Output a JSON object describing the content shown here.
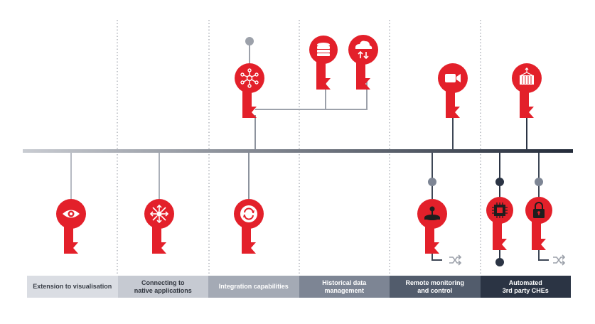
{
  "diagram": {
    "categories": [
      {
        "label": "Extension to visualisation"
      },
      {
        "label": "Connecting to\nnative applications"
      },
      {
        "label": "Integration capabilities"
      },
      {
        "label": "Historical data\nmanagement"
      },
      {
        "label": "Remote monitoring\nand control"
      },
      {
        "label": "Automated\n3rd party CHEs"
      }
    ],
    "keys": [
      {
        "icon": "eye-icon",
        "category": 0,
        "side": "below"
      },
      {
        "icon": "expand-arrows-icon",
        "category": 1,
        "side": "below"
      },
      {
        "icon": "refresh-cycle-icon",
        "category": 2,
        "side": "below"
      },
      {
        "icon": "network-nodes-icon",
        "category": 2,
        "side": "above"
      },
      {
        "icon": "database-icon",
        "category": 3,
        "side": "above"
      },
      {
        "icon": "cloud-sync-icon",
        "category": 3,
        "side": "above"
      },
      {
        "icon": "video-camera-icon",
        "category": 4,
        "side": "above"
      },
      {
        "icon": "joystick-icon",
        "category": 4,
        "side": "below"
      },
      {
        "icon": "container-crane-icon",
        "category": 5,
        "side": "above"
      },
      {
        "icon": "microchip-icon",
        "category": 5,
        "side": "below"
      },
      {
        "icon": "padlock-icon",
        "category": 5,
        "side": "below"
      }
    ],
    "colors": {
      "key_red": "#e3202a",
      "timeline_start": "#c9ccd2",
      "timeline_end": "#232b39",
      "connector_light": "#a8adb6",
      "connector_dark": "#2b3444",
      "divider": "#8a8f99"
    }
  }
}
